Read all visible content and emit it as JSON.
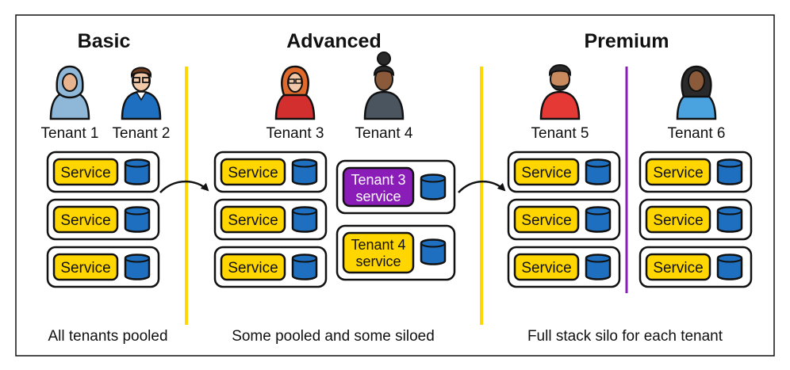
{
  "tiers": {
    "basic": {
      "title": "Basic",
      "caption": "All tenants pooled"
    },
    "advanced": {
      "title": "Advanced",
      "caption": "Some pooled and some siloed"
    },
    "premium": {
      "title": "Premium",
      "caption": "Full stack silo for each tenant"
    }
  },
  "tenants": [
    {
      "label": "Tenant 1",
      "icon": "tenant-1-avatar-icon"
    },
    {
      "label": "Tenant 2",
      "icon": "tenant-2-avatar-icon"
    },
    {
      "label": "Tenant 3",
      "icon": "tenant-3-avatar-icon"
    },
    {
      "label": "Tenant 4",
      "icon": "tenant-4-avatar-icon"
    },
    {
      "label": "Tenant 5",
      "icon": "tenant-5-avatar-icon"
    },
    {
      "label": "Tenant 6",
      "icon": "tenant-6-avatar-icon"
    }
  ],
  "service": {
    "label": "Service",
    "icon": "database-icon"
  },
  "siloed_services": {
    "tenant3": {
      "line1": "Tenant 3",
      "line2": "service"
    },
    "tenant4": {
      "line1": "Tenant 4",
      "line2": "service"
    }
  },
  "colors": {
    "service_fill": "#ffd600",
    "silo3_fill": "#8a1db8",
    "database_fill": "#1e6fbf",
    "tier_divider": "#ffd600",
    "tenant_divider": "#8a1db8",
    "border": "#111111"
  }
}
